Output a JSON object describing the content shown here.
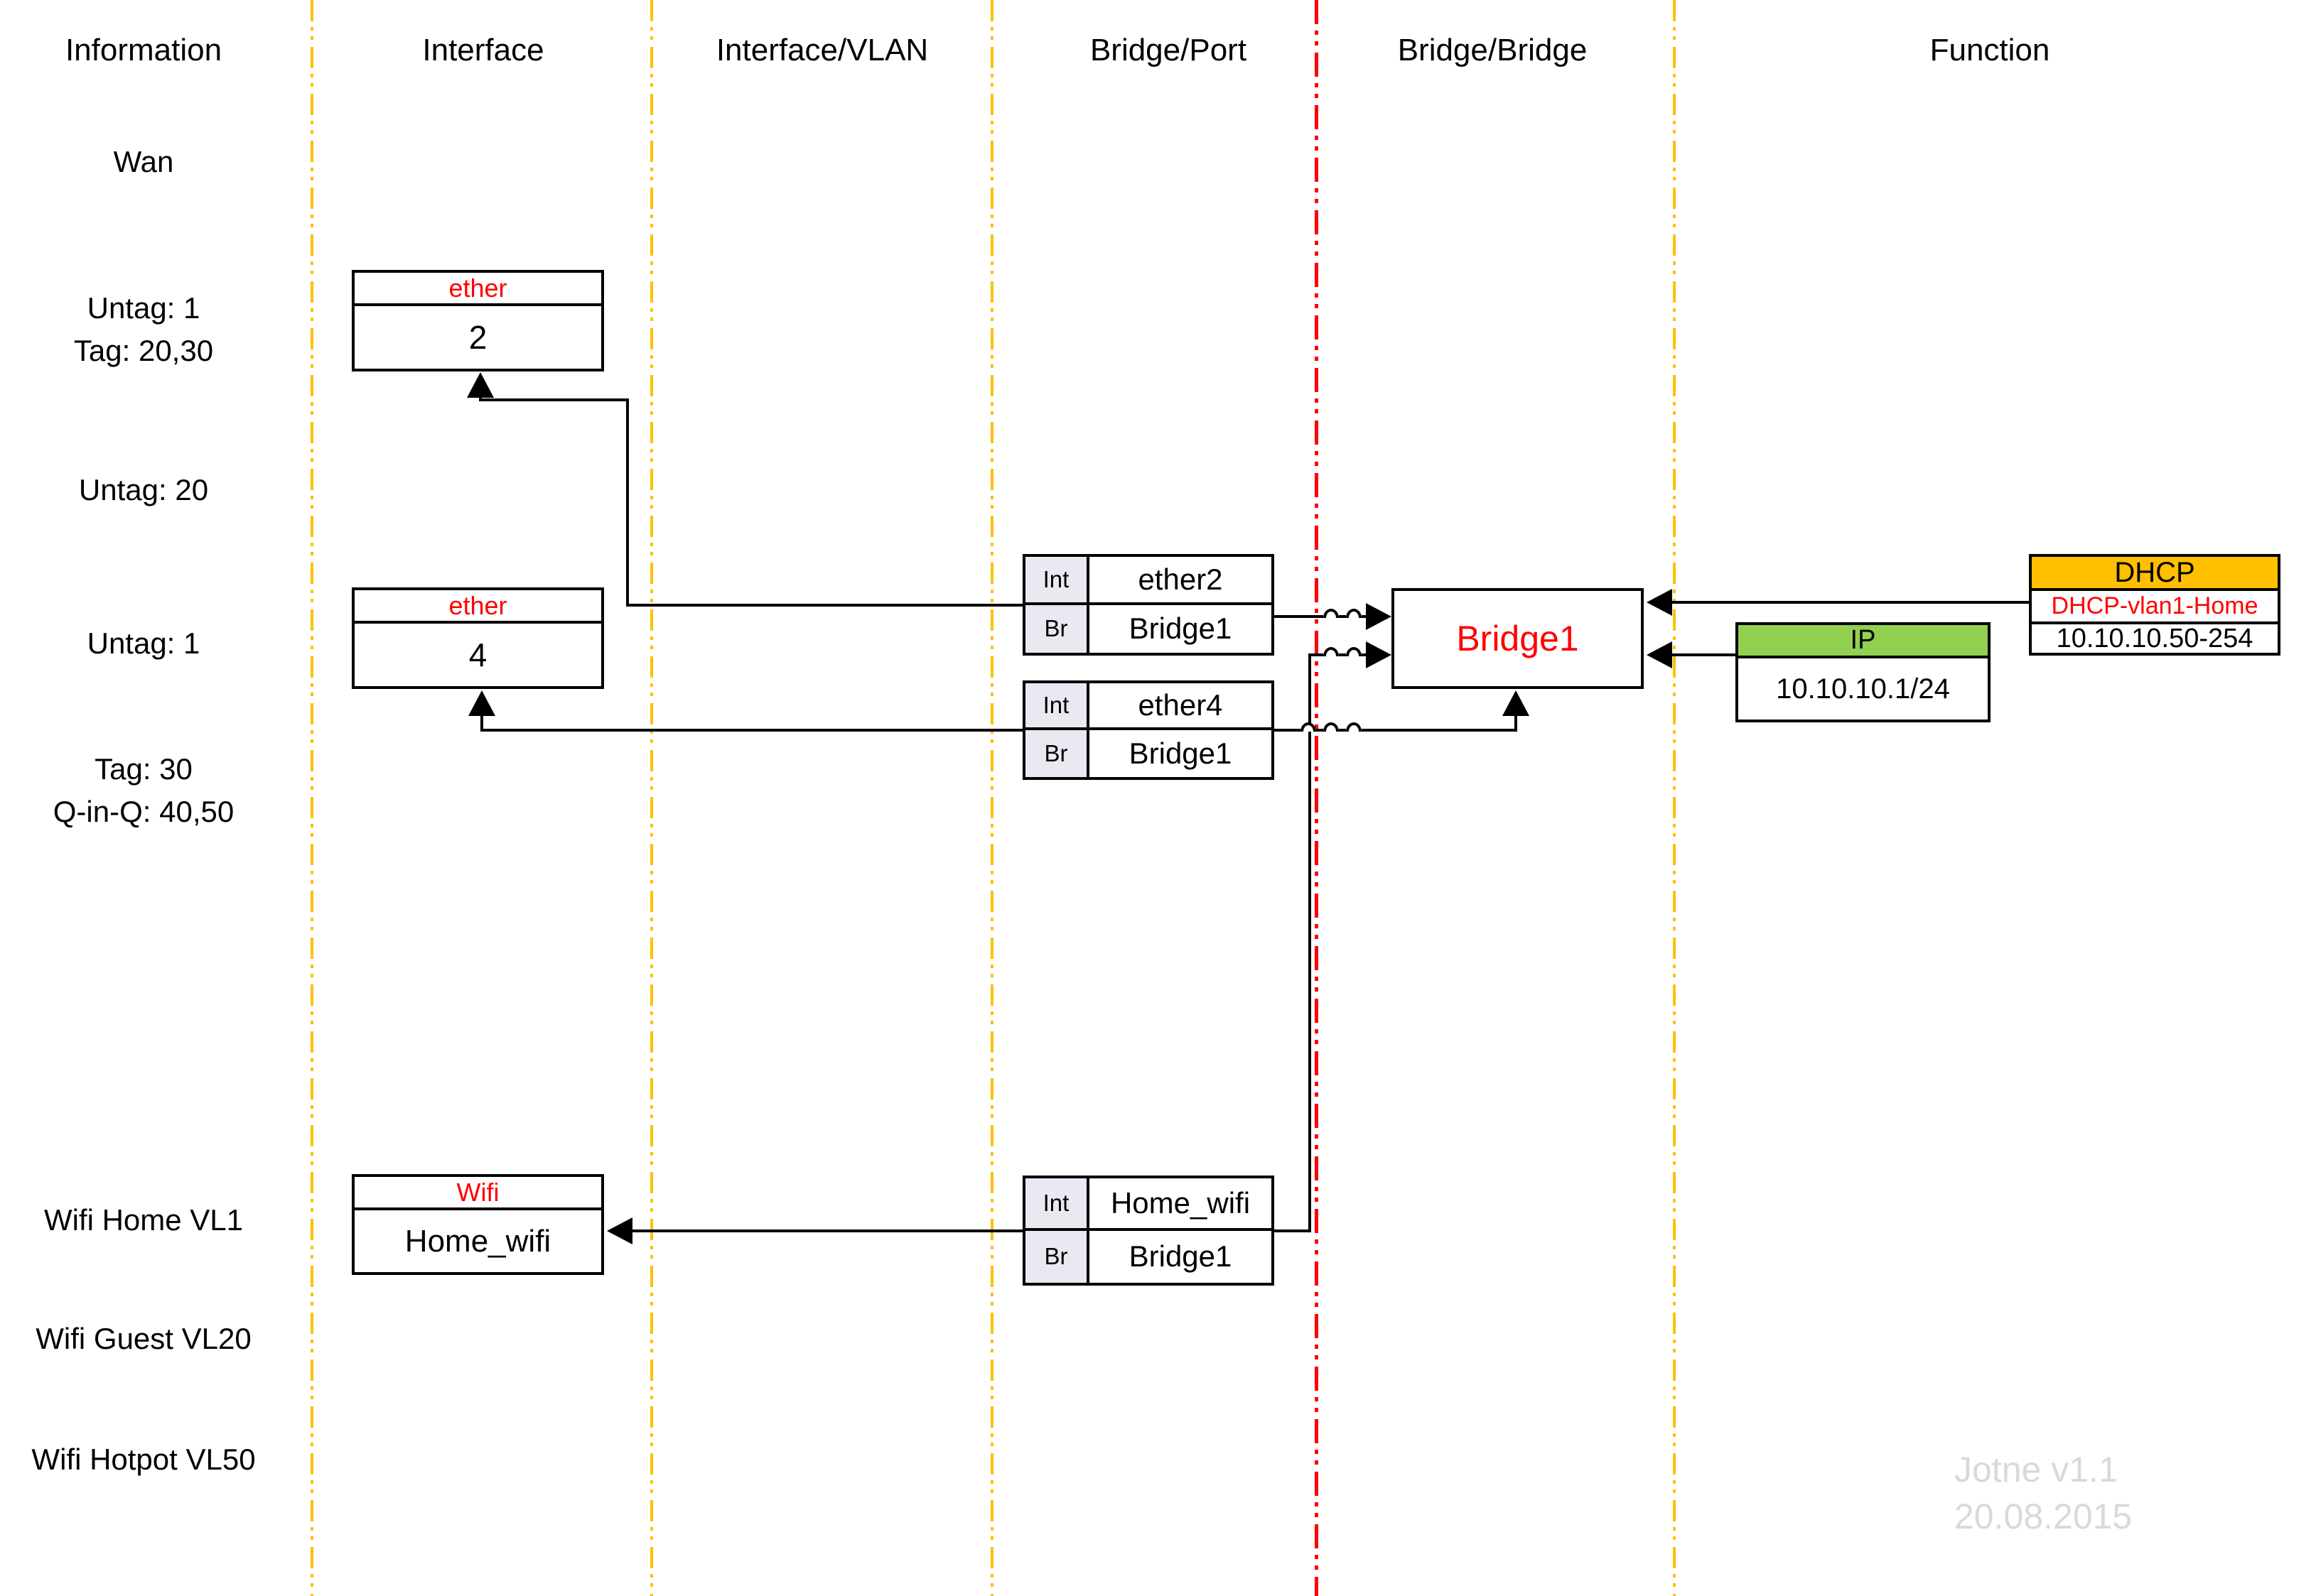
{
  "columns": {
    "information": "Information",
    "interface": "Interface",
    "interface_vlan": "Interface/VLAN",
    "bridge_port": "Bridge/Port",
    "bridge_bridge": "Bridge/Bridge",
    "function": "Function"
  },
  "rows": [
    {
      "text": "Wan"
    },
    {
      "text": "Untag: 1\nTag: 20,30"
    },
    {
      "text": "Untag: 20"
    },
    {
      "text": "Untag: 1"
    },
    {
      "text": "Tag: 30\nQ-in-Q: 40,50"
    },
    {
      "text": "Wifi Home VL1"
    },
    {
      "text": "Wifi Guest VL20"
    },
    {
      "text": "Wifi Hotpot VL50"
    }
  ],
  "interface_boxes": [
    {
      "type": "ether",
      "name": "2"
    },
    {
      "type": "ether",
      "name": "4"
    },
    {
      "type": "Wifi",
      "name": "Home_wifi"
    }
  ],
  "port_boxes": [
    {
      "int_label": "Int",
      "int_value": "ether2",
      "br_label": "Br",
      "br_value": "Bridge1"
    },
    {
      "int_label": "Int",
      "int_value": "ether4",
      "br_label": "Br",
      "br_value": "Bridge1"
    },
    {
      "int_label": "Int",
      "int_value": "Home_wifi",
      "br_label": "Br",
      "br_value": "Bridge1"
    }
  ],
  "bridge": {
    "label": "Bridge1"
  },
  "functions": {
    "dhcp": {
      "title": "DHCP",
      "name": "DHCP-vlan1-Home",
      "range": "10.10.10.50-254"
    },
    "ip": {
      "title": "IP",
      "address": "10.10.10.1/24"
    }
  },
  "credit": {
    "text": "Jotne  v1.1\n20.08.2015"
  },
  "colors": {
    "guide_yellow": "#FFC000",
    "guide_red": "#FF0000",
    "accent_red": "#FF0000",
    "dhcp_header": "#FFC000",
    "ip_header": "#92D050",
    "port_key_cell": "#EAE8F1",
    "credit_gray": "#D9D9D9"
  }
}
